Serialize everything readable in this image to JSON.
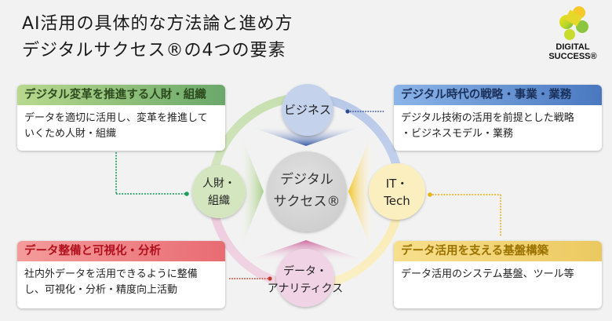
{
  "title": {
    "line1": "AI活用の具体的な方法論と進め方",
    "line2": "デジタルサクセス®の4つの要素"
  },
  "logo": {
    "line1": "DIGITAL",
    "line2": "SUCCESS®",
    "icon": "digital-success-logo-icon"
  },
  "center": {
    "line1": "デジタル",
    "line2": "サクセス®"
  },
  "nodes": {
    "business": {
      "line1": "ビジネス",
      "color": "#c5d3ec"
    },
    "org": {
      "line1": "人財・",
      "line2": "組織",
      "color": "#d3e6c0"
    },
    "it": {
      "line1": "IT・",
      "line2": "Tech",
      "color": "#fbefc0"
    },
    "data": {
      "line1": "データ・",
      "line2": "アナリティクス",
      "color": "#f1d3e6"
    }
  },
  "cards": {
    "org": {
      "header": "デジタル変革を推進する人財・組織",
      "body_line1": "データを適切に活用し、変革を推進して",
      "body_line2": "いくため人財・組織",
      "accent": "#6aa86a"
    },
    "biz": {
      "header": "デジタル時代の戦略・事業・業務",
      "body_line1": "デジタル技術の活用を前提とした戦略",
      "body_line2": "・ビジネスモデル・業務",
      "accent": "#4a78c0"
    },
    "data": {
      "header": "データ整備と可視化・分析",
      "body_line1": "社内外データを活用できるように整備",
      "body_line2": "し、可視化・分析・精度向上活動",
      "accent": "#e86c72"
    },
    "it": {
      "header": "データ活用を支える基盤構築",
      "body_line1": "データ活用のシステム基盤、ツール等",
      "accent": "#ecc960"
    }
  }
}
